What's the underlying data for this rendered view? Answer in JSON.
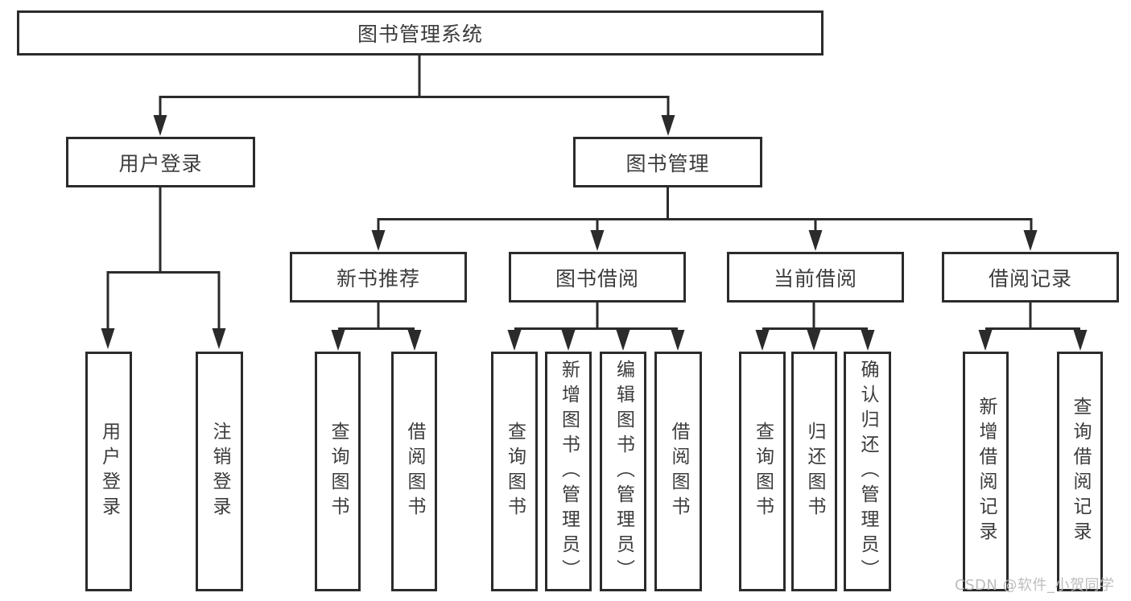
{
  "diagram_title": "图书管理系统",
  "nodes": {
    "root": {
      "label": "图书管理系统"
    },
    "user_login_group": {
      "label": "用户登录"
    },
    "book_mgmt": {
      "label": "图书管理"
    },
    "user_login": {
      "label": "用户登录"
    },
    "logout": {
      "label": "注销登录"
    },
    "new_book_rec": {
      "label": "新书推荐"
    },
    "book_borrow": {
      "label": "图书借阅"
    },
    "current_borrow": {
      "label": "当前借阅"
    },
    "borrow_records": {
      "label": "借阅记录"
    },
    "rec_query_books": {
      "label": "查询图书"
    },
    "rec_borrow_books": {
      "label": "借阅图书"
    },
    "bb_query_books": {
      "label": "查询图书"
    },
    "bb_add_books": {
      "label": "新增图书（管理员）"
    },
    "bb_edit_books": {
      "label": "编辑图书（管理员）"
    },
    "bb_borrow_books": {
      "label": "借阅图书"
    },
    "cb_query_books": {
      "label": "查询图书"
    },
    "cb_return_books": {
      "label": "归还图书"
    },
    "cb_confirm_return": {
      "label": "确认归还（管理员）"
    },
    "br_add_record": {
      "label": "新增借阅记录"
    },
    "br_query_record": {
      "label": "查询借阅记录"
    }
  },
  "hierarchy": {
    "图书管理系统": {
      "用户登录": [
        "用户登录",
        "注销登录"
      ],
      "图书管理": {
        "新书推荐": [
          "查询图书",
          "借阅图书"
        ],
        "图书借阅": [
          "查询图书",
          "新增图书（管理员）",
          "编辑图书（管理员）",
          "借阅图书"
        ],
        "当前借阅": [
          "查询图书",
          "归还图书",
          "确认归还（管理员）"
        ],
        "借阅记录": [
          "新增借阅记录",
          "查询借阅记录"
        ]
      }
    }
  },
  "watermark": {
    "text": "CSDN @软件_小贺同学"
  },
  "colors": {
    "line": "#2b2b2b",
    "box_border": "#2b2b2b",
    "text": "#3c3c3c",
    "watermark": "#bdbdbd",
    "background": "#ffffff"
  }
}
